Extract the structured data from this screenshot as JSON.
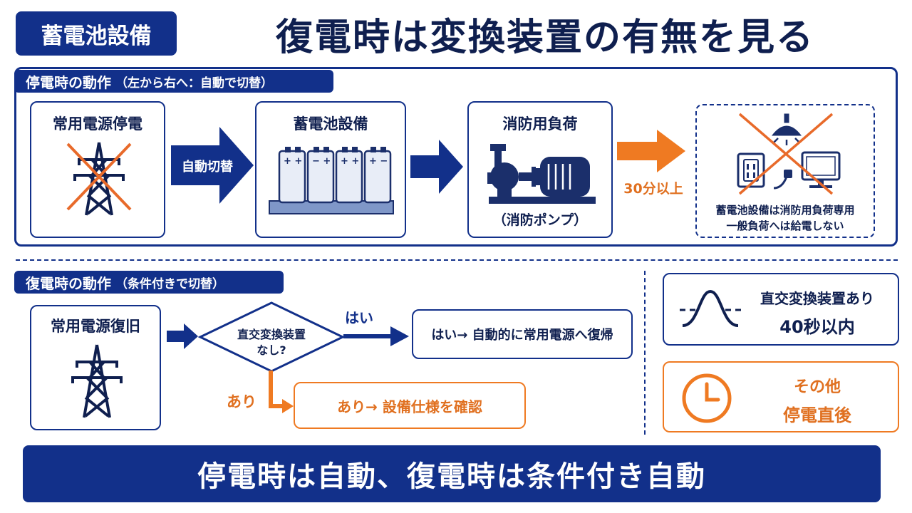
{
  "header": {
    "tag": "蓄電池設備",
    "title": "復電時は変換装置の有無を見る"
  },
  "outage": {
    "label": "停電時の動作",
    "label_note": "（左から右へ：自動で切替）",
    "box1_title": "常用電源停電",
    "arrow1_label": "自動切替",
    "box2_title": "蓄電池設備",
    "box3_title": "消防用負荷",
    "box3_caption": "（消防ポンプ）",
    "arrow3_label": "30分以上",
    "box4_line1": "蓄電池設備は消防用負荷専用",
    "box4_line2": "一般負荷へは給電しない"
  },
  "restore": {
    "label": "復電時の動作",
    "label_note": "（条件付きで切替）",
    "box1_title": "常用電源復旧",
    "decision_line1": "直交変換装置",
    "decision_line2": "なし?",
    "yes_label": "はい",
    "yes_result": "はい→ 自動的に常用電源へ復帰",
    "no_label": "あり",
    "no_result": "あり→ 設備仕様を確認"
  },
  "side": {
    "card1_line1": "直交変換装置あり",
    "card1_line2": "40秒以内",
    "card2_line1": "その他",
    "card2_line2": "停電直後"
  },
  "footer": "停電時は自動、復電時は条件付き自動",
  "colors": {
    "navy": "#12308a",
    "orange": "#e07020"
  }
}
